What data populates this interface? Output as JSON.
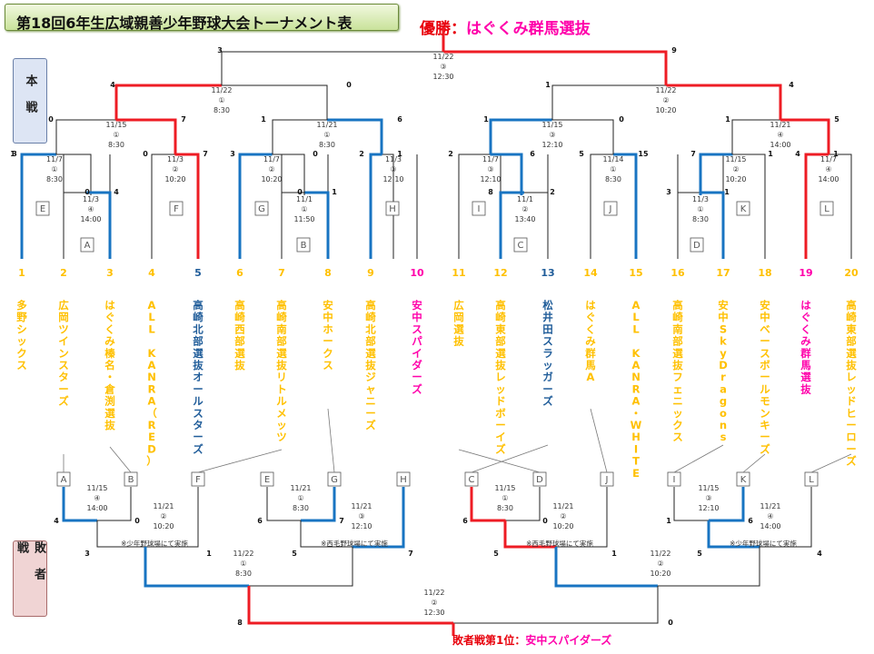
{
  "title": "第18回6年生広域親善少年野球大会トーナメント表",
  "sides": {
    "main": "本戦",
    "loser": "敗者戦"
  },
  "champion": {
    "label": "優勝：",
    "name": "はぐくみ群馬選抜"
  },
  "loser_champion": {
    "label": "敗者戦第1位：",
    "name": "安中スパイダーズ"
  },
  "colors": {
    "win_red": "#ee1c24",
    "win_blue": "#1874c2",
    "line": "#222222",
    "num": "#ffc000",
    "name": "#ffc000",
    "pink": "#ff00aa",
    "dark_blue": "#1f5c99"
  },
  "teams": [
    {
      "no": "1",
      "name": "多野シックス",
      "color": "#ffc000"
    },
    {
      "no": "2",
      "name": "広岡ツインスターズ",
      "color": "#ffc000"
    },
    {
      "no": "3",
      "name": "はぐくみ榛名・倉渕選抜",
      "color": "#ffc000"
    },
    {
      "no": "4",
      "name": "ALL　KANRA（RED）",
      "color": "#ffc000"
    },
    {
      "no": "5",
      "name": "高崎北部選抜オールスターズ",
      "color": "#1f5c99"
    },
    {
      "no": "6",
      "name": "高崎西部選抜",
      "color": "#ffc000"
    },
    {
      "no": "7",
      "name": "高崎南部選抜リトルメッツ",
      "color": "#ffc000"
    },
    {
      "no": "8",
      "name": "安中ホークス",
      "color": "#ffc000"
    },
    {
      "no": "9",
      "name": "高崎北部選抜ジャニーズ",
      "color": "#ffc000"
    },
    {
      "no": "10",
      "name": "安中スパイダーズ",
      "color": "#ff00aa"
    },
    {
      "no": "11",
      "name": "広岡選抜",
      "color": "#ffc000"
    },
    {
      "no": "12",
      "name": "高崎東部選抜レッドボーイズ",
      "color": "#ffc000"
    },
    {
      "no": "13",
      "name": "松井田スラッガーズ",
      "color": "#1f5c99"
    },
    {
      "no": "14",
      "name": "はぐくみ群馬A",
      "color": "#ffc000"
    },
    {
      "no": "15",
      "name": "ALL　KANRA・WHITE",
      "color": "#ffc000"
    },
    {
      "no": "16",
      "name": "高崎南部選抜フェニックス",
      "color": "#ffc000"
    },
    {
      "no": "17",
      "name": "安中SkyDragons",
      "color": "#ffc000"
    },
    {
      "no": "18",
      "name": "安中ベースボールモンキーズ",
      "color": "#ffc000"
    },
    {
      "no": "19",
      "name": "はぐくみ群馬選抜",
      "color": "#ff00aa"
    },
    {
      "no": "20",
      "name": "高崎東部選抜レッドヒーローズ",
      "color": "#ffc000"
    }
  ],
  "main_games": [
    {
      "date": "11/7",
      "num": "①",
      "time": "8:30",
      "l": "3",
      "r": "1"
    },
    {
      "date": "11/3",
      "num": "④",
      "time": "14:00",
      "l": "0",
      "r": "4"
    },
    {
      "date": "11/3",
      "num": "②",
      "time": "10:20",
      "l": "0",
      "r": "7"
    },
    {
      "date": "11/7",
      "num": "②",
      "time": "10:20",
      "l": "3",
      "r": "0"
    },
    {
      "date": "11/1",
      "num": "①",
      "time": "11:50",
      "l": "0",
      "r": "1"
    },
    {
      "date": "11/3",
      "num": "③",
      "time": "12:10",
      "l": "2",
      "r": "1"
    },
    {
      "date": "11/7",
      "num": "③",
      "time": "12:10",
      "l": "2",
      "r": "6"
    },
    {
      "date": "11/1",
      "num": "②",
      "time": "13:40",
      "l": "8",
      "r": "2"
    },
    {
      "date": "11/14",
      "num": "①",
      "time": "8:30",
      "l": "5",
      "r": "15"
    },
    {
      "date": "11/15",
      "num": "②",
      "time": "10:20",
      "l": "7",
      "r": "1"
    },
    {
      "date": "11/3",
      "num": "①",
      "time": "8:30",
      "l": "3",
      "r": "1"
    },
    {
      "date": "11/7",
      "num": "④",
      "time": "14:00",
      "l": "4",
      "r": "1"
    },
    {
      "date": "11/15",
      "num": "①",
      "time": "8:30",
      "l": "0",
      "r": "7"
    },
    {
      "date": "11/21",
      "num": "①",
      "time": "8:30",
      "l": "1",
      "r": "6"
    },
    {
      "date": "11/15",
      "num": "③",
      "time": "12:10",
      "l": "1",
      "r": "0"
    },
    {
      "date": "11/21",
      "num": "④",
      "time": "14:00",
      "l": "1",
      "r": "5"
    },
    {
      "date": "11/22",
      "num": "①",
      "time": "8:30",
      "l": "4",
      "r": "0"
    },
    {
      "date": "11/22",
      "num": "②",
      "time": "10:20",
      "l": "1",
      "r": "4"
    },
    {
      "date": "11/22",
      "num": "③",
      "time": "12:30",
      "l": "3",
      "r": "9"
    }
  ],
  "main_letters": [
    "E",
    "A",
    "F",
    "G",
    "B",
    "H",
    "I",
    "C",
    "J",
    "K",
    "D",
    "L"
  ],
  "loser_letters": [
    "A",
    "B",
    "F",
    "E",
    "G",
    "H",
    "C",
    "D",
    "J",
    "I",
    "K",
    "L"
  ],
  "loser_games": [
    {
      "date": "11/15",
      "num": "④",
      "time": "14:00",
      "l": "4",
      "r": "0"
    },
    {
      "date": "11/21",
      "num": "②",
      "time": "10:20",
      "l": "",
      "r": ""
    },
    {
      "date": "11/21",
      "num": "①",
      "time": "8:30",
      "l": "6",
      "r": "7"
    },
    {
      "date": "11/21",
      "num": "③",
      "time": "12:10",
      "l": "",
      "r": ""
    },
    {
      "date": "11/15",
      "num": "①",
      "time": "8:30",
      "l": "6",
      "r": "0"
    },
    {
      "date": "11/21",
      "num": "②",
      "time": "10:20",
      "l": "",
      "r": ""
    },
    {
      "date": "11/15",
      "num": "③",
      "time": "12:10",
      "l": "1",
      "r": "6"
    },
    {
      "date": "11/21",
      "num": "④",
      "time": "14:00",
      "l": "",
      "r": ""
    },
    {
      "date": "11/22",
      "num": "①",
      "time": "8:30",
      "l": "3",
      "r": "1"
    },
    {
      "date": "11/22",
      "num": "①",
      "time": "8:30",
      "l": "5",
      "r": "7"
    },
    {
      "date": "11/22",
      "num": "②",
      "time": "10:20",
      "l": "5",
      "r": "1"
    },
    {
      "date": "11/22",
      "num": "②",
      "time": "10:20",
      "l": "5",
      "r": "4"
    },
    {
      "date": "11/22",
      "num": "②",
      "time": "12:30",
      "l": "8",
      "r": "0"
    }
  ],
  "venue_notes": [
    "※少年野球場にて実施",
    "※西毛野球場にて実施",
    "※西毛野球場にて実施",
    "※少年野球場にて実施"
  ]
}
